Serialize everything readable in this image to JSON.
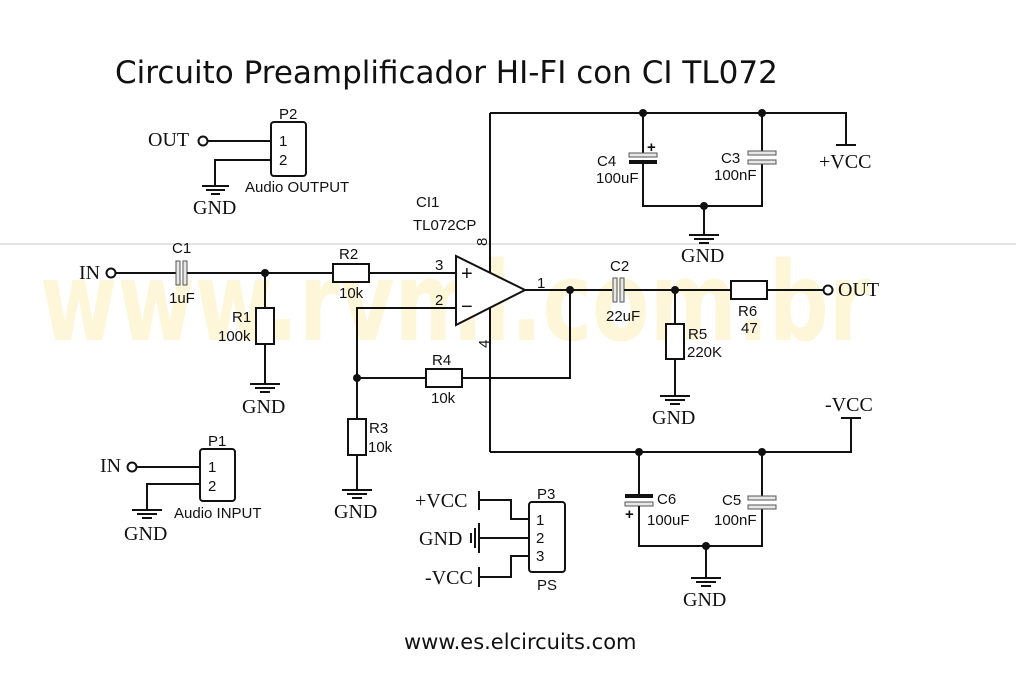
{
  "title": "Circuito Preamplificador HI-FI con CI TL072",
  "footer_url": "www.es.elcircuits.com",
  "watermark": "www.rvml.com.br",
  "ic": {
    "ref": "CI1",
    "part": "TL072CP",
    "pins": {
      "noninv": "3",
      "inv": "2",
      "out": "1",
      "vplus": "8",
      "vminus": "4"
    },
    "noninv_sign": "+",
    "inv_sign": "−"
  },
  "components": {
    "C1": {
      "ref": "C1",
      "value": "1uF"
    },
    "C2": {
      "ref": "C2",
      "value": "22uF"
    },
    "C3": {
      "ref": "C3",
      "value": "100nF"
    },
    "C4": {
      "ref": "C4",
      "value": "100uF",
      "polarity": "+"
    },
    "C5": {
      "ref": "C5",
      "value": "100nF"
    },
    "C6": {
      "ref": "C6",
      "value": "100uF",
      "polarity": "+"
    },
    "R1": {
      "ref": "R1",
      "value": "100k"
    },
    "R2": {
      "ref": "R2",
      "value": "10k"
    },
    "R3": {
      "ref": "R3",
      "value": "10k"
    },
    "R4": {
      "ref": "R4",
      "value": "10k"
    },
    "R5": {
      "ref": "R5",
      "value": "220K"
    },
    "R6": {
      "ref": "R6",
      "value": "47"
    }
  },
  "connectors": {
    "P1": {
      "ref": "P1",
      "name": "Audio INPUT",
      "pins": [
        "1",
        "2"
      ],
      "net1": "IN",
      "gnd": "GND"
    },
    "P2": {
      "ref": "P2",
      "name": "Audio OUTPUT",
      "pins": [
        "1",
        "2"
      ],
      "net1": "OUT",
      "gnd": "GND"
    },
    "P3": {
      "ref": "P3",
      "name": "PS",
      "pins": [
        "1",
        "2",
        "3"
      ],
      "nets": [
        "+VCC",
        "GND",
        "-VCC"
      ]
    }
  },
  "nets": {
    "in": "IN",
    "out": "OUT",
    "vcc_pos": "+VCC",
    "vcc_neg": "-VCC",
    "gnd": "GND"
  }
}
